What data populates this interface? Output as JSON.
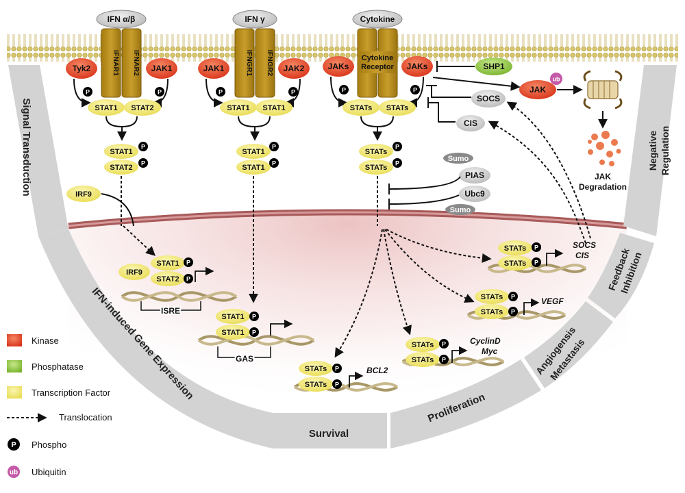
{
  "ligands": {
    "ifn_ab": "IFN α/β",
    "ifn_g": "IFN γ",
    "cytokine": "Cytokine"
  },
  "receptors": {
    "ifnar1": "IFNAR1",
    "ifnar2": "IFNAR2",
    "ifngr1": "IFNGR1",
    "ifngr2": "IFNGR2",
    "cytokine_receptor_1": "Cytokine",
    "cytokine_receptor_2": "Receptor"
  },
  "kinases": {
    "tyk2": "Tyk2",
    "jak1_a": "JAK1",
    "jak1_b": "JAK1",
    "jak2": "JAK2",
    "jaks_l": "JAKs",
    "jaks_r": "JAKs",
    "jak": "JAK"
  },
  "phosphatase": {
    "shp1": "SHP1"
  },
  "regulators": {
    "socs": "SOCS",
    "cis": "CIS",
    "pias": "PIAS",
    "ubc9": "Ubc9",
    "sumo_1": "Sumo",
    "sumo_2": "Sumo"
  },
  "stats": {
    "stat1": "STAT1",
    "stat2": "STAT2",
    "stats": "STATs",
    "irf9": "IRF9"
  },
  "symbols": {
    "phospho": "P",
    "ubiquitin": "ub"
  },
  "elements": {
    "isre": "ISRE",
    "gas": "GAS"
  },
  "genes": {
    "bcl2": "BCL2",
    "cyclind": "CyclinD",
    "myc": "Myc",
    "vegf": "VEGF",
    "socs": "SOCS",
    "cis": "CIS"
  },
  "degradation": {
    "line1": "JAK",
    "line2": "Degradation"
  },
  "sections": {
    "signal_transduction": "Signal Transduction",
    "ifn_gene_expression": "IFN-induced Gene Expression",
    "survival": "Survival",
    "proliferation": "Proliferation",
    "angiogenesis_1": "Angiogensis",
    "angiogenesis_2": "Metastasis",
    "feedback_1": "Feedback",
    "feedback_2": "Inhibition",
    "negative_1": "Negative",
    "negative_2": "Regulation"
  },
  "legend": {
    "kinase": "Kinase",
    "phosphatase": "Phosphatase",
    "tf": "Transcription Factor",
    "translocation": "Translocation",
    "phospho": "Phospho",
    "ubiquitin": "Ubiquitin"
  },
  "colors": {
    "kinase": "#e8461f",
    "phosphatase": "#8fc83c",
    "tf": "#f2e96e",
    "receptor": "#b88f1a",
    "arc": "#d2d2d2",
    "nuclear_membrane": "#b96a6a",
    "ubiquitin": "#c45aa8",
    "phospho": "#000000",
    "grey_protein": "#c9c9c9"
  }
}
